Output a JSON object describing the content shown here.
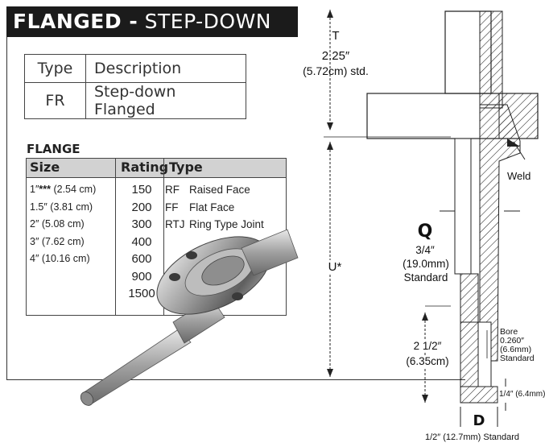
{
  "title": {
    "bold": "FLANGED -",
    "rest": " STEP-DOWN"
  },
  "type_table": {
    "headers": [
      "Type",
      "Description"
    ],
    "rows": [
      [
        "FR",
        "Step-down Flanged"
      ]
    ]
  },
  "flange": {
    "label": "FLANGE",
    "headers": [
      "Size",
      "Rating",
      "Type"
    ],
    "sizes": [
      {
        "size": "1″",
        "mark": "***",
        "metric": " (2.54 cm)"
      },
      {
        "size": "1.5″",
        "mark": "",
        "metric": " (3.81 cm)"
      },
      {
        "size": "2″",
        "mark": "",
        "metric": " (5.08 cm)"
      },
      {
        "size": "3″",
        "mark": "",
        "metric": " (7.62 cm)"
      },
      {
        "size": "4″",
        "mark": "",
        "metric": " (10.16 cm)"
      }
    ],
    "ratings": [
      "150",
      "200",
      "300",
      "400",
      "600",
      "900",
      "1500"
    ],
    "types": [
      {
        "abbr": "RF",
        "name": "Raised Face"
      },
      {
        "abbr": "FF",
        "name": "Flat Face"
      },
      {
        "abbr": "RTJ",
        "name": "Ring Type Joint"
      }
    ]
  },
  "dimensions": {
    "t_letter": "T",
    "t_value": "2.25″",
    "t_metric": "(5.72cm) std.",
    "u_label": "U*",
    "q_letter": "Q",
    "q_value": "3/4″",
    "q_metric": "(19.0mm)",
    "q_note": "Standard",
    "tip_value": "2 1/2″",
    "tip_metric": "(6.35cm)",
    "weld": "Weld",
    "bore_label": "Bore",
    "bore_value": "0.260″",
    "bore_metric": "(6.6mm)",
    "bore_note": "Standard",
    "tip_thickness": "1/4″ (6.4mm)",
    "d_letter": "D",
    "d_value": "1/2″ (12.7mm) Standard"
  }
}
